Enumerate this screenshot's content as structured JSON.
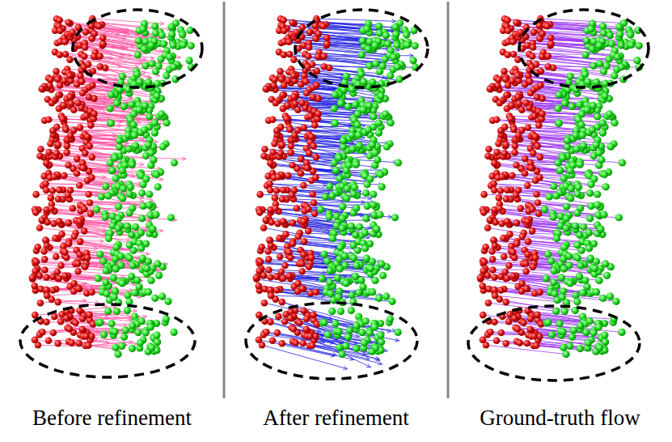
{
  "diagram": {
    "labels": [
      "Before refinement",
      "After refinement",
      "Ground-truth flow"
    ]
  }
}
